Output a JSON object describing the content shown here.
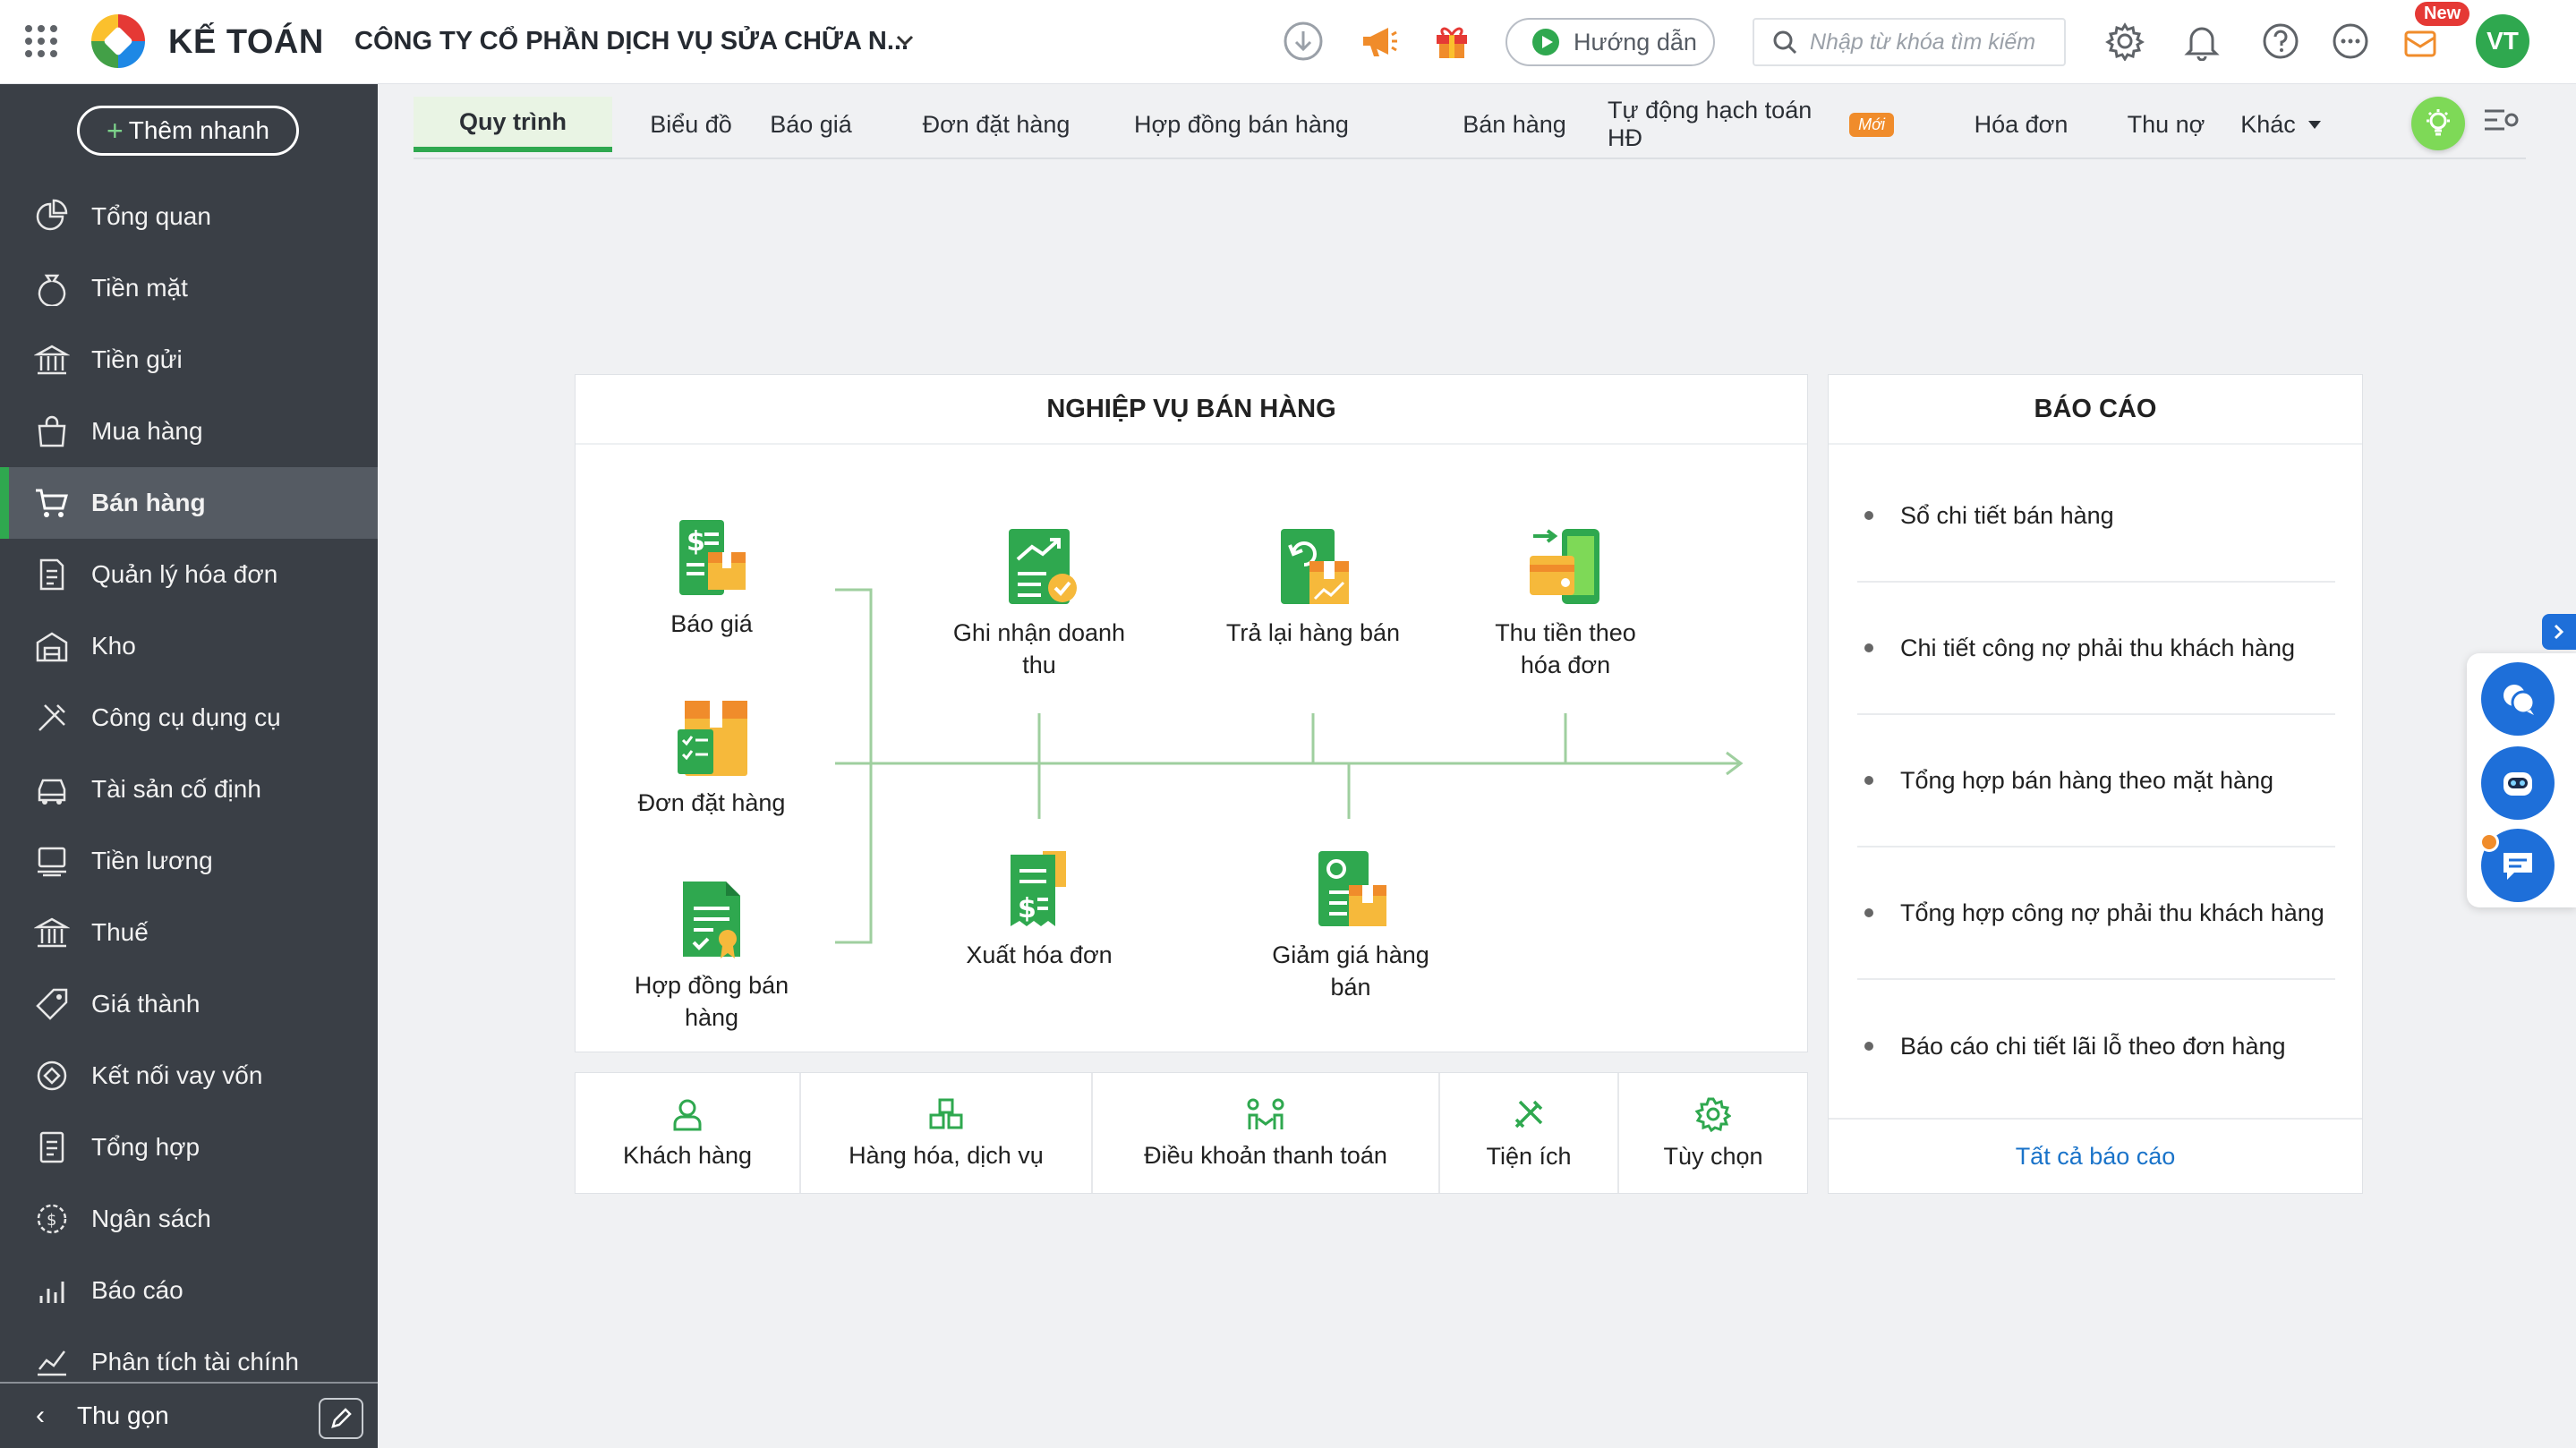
{
  "app": {
    "brand": "KẾ TOÁN",
    "company": "CÔNG TY CỔ PHẦN DỊCH VỤ SỬA CHỮA N...",
    "guide_label": "Hướng dẫn",
    "search_placeholder": "Nhập từ khóa tìm kiếm",
    "new_badge": "New",
    "avatar_initials": "VT",
    "accent_color": "#2fa84f"
  },
  "sidebar": {
    "quick_add": "Thêm nhanh",
    "items": [
      {
        "label": "Tổng quan",
        "icon": "pie-chart-icon"
      },
      {
        "label": "Tiền mặt",
        "icon": "money-bag-icon"
      },
      {
        "label": "Tiền gửi",
        "icon": "bank-icon"
      },
      {
        "label": "Mua hàng",
        "icon": "shopping-bag-icon"
      },
      {
        "label": "Bán hàng",
        "icon": "cart-icon",
        "active": true
      },
      {
        "label": "Quản lý hóa đơn",
        "icon": "invoice-icon"
      },
      {
        "label": "Kho",
        "icon": "warehouse-icon"
      },
      {
        "label": "Công cụ dụng cụ",
        "icon": "tools-icon"
      },
      {
        "label": "Tài sản cố định",
        "icon": "car-icon"
      },
      {
        "label": "Tiền lương",
        "icon": "salary-icon"
      },
      {
        "label": "Thuế",
        "icon": "tax-building-icon"
      },
      {
        "label": "Giá thành",
        "icon": "price-tag-icon"
      },
      {
        "label": "Kết nối vay vốn",
        "icon": "loan-link-icon"
      },
      {
        "label": "Tổng hợp",
        "icon": "ledger-icon"
      },
      {
        "label": "Ngân sách",
        "icon": "budget-icon"
      },
      {
        "label": "Báo cáo",
        "icon": "bar-chart-icon"
      },
      {
        "label": "Phân tích tài chính",
        "icon": "trend-chart-icon"
      }
    ],
    "collapse_label": "Thu gọn"
  },
  "tabs": [
    {
      "label": "Quy trình",
      "active": true
    },
    {
      "label": "Biểu đồ"
    },
    {
      "label": "Báo giá"
    },
    {
      "label": "Đơn đặt hàng"
    },
    {
      "label": "Hợp đồng bán hàng"
    },
    {
      "label": "Bán hàng"
    },
    {
      "label": "Tự động hạch toán HĐ",
      "badge": "Mới"
    },
    {
      "label": "Hóa đơn"
    },
    {
      "label": "Thu nợ"
    },
    {
      "label": "Khác"
    }
  ],
  "process": {
    "title": "NGHIỆP VỤ BÁN HÀNG",
    "steps": {
      "quote": "Báo giá",
      "order": "Đơn đặt hàng",
      "contract": "Hợp đồng bán hàng",
      "revenue": "Ghi nhận doanh thu",
      "returns": "Trả lại hàng bán",
      "collect": "Thu tiền theo hóa đơn",
      "invoice": "Xuất hóa đơn",
      "discount": "Giảm giá hàng bán"
    },
    "shortcuts": [
      "Khách hàng",
      "Hàng hóa, dịch vụ",
      "Điều khoản thanh toán",
      "Tiện ích",
      "Tùy chọn"
    ]
  },
  "report": {
    "title": "BÁO CÁO",
    "items": [
      "Sổ chi tiết bán hàng",
      "Chi tiết công nợ phải thu khách hàng",
      "Tổng hợp bán hàng theo mặt hàng",
      "Tổng hợp công nợ phải thu khách hàng",
      "Báo cáo chi tiết lãi lỗ theo đơn hàng"
    ],
    "all_link": "Tất cả báo cáo"
  }
}
